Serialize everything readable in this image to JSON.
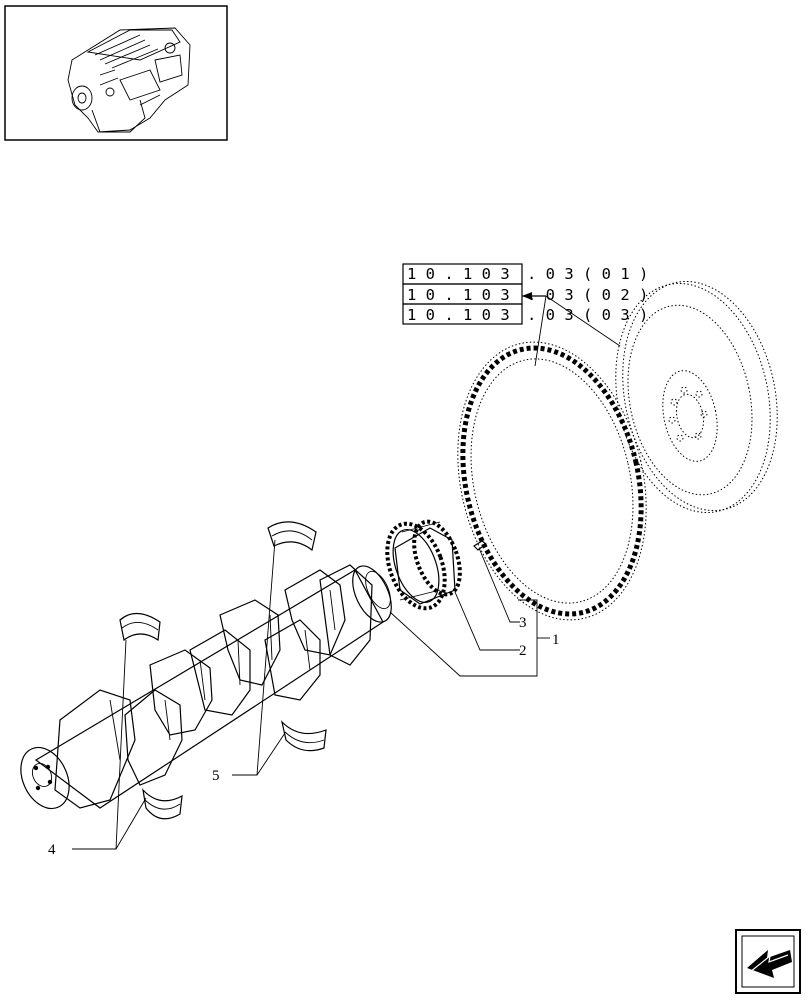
{
  "references": [
    {
      "boxed": "1 0 . 1 0 3",
      "rest": ". 0 3 ( 0 1 )"
    },
    {
      "boxed": "1 0 . 1 0 3",
      "rest": ". 0 3 ( 0 2 )"
    },
    {
      "boxed": "1 0 . 1 0 3",
      "rest": ". 0 3 ( 0 3 )"
    }
  ],
  "callouts": {
    "c1": "1",
    "c2": "2",
    "c3": "3",
    "c4": "4",
    "c5": "5"
  },
  "icons": {
    "thumbnail": "engine-thumbnail-icon",
    "nav": "previous-page-arrow-icon"
  }
}
